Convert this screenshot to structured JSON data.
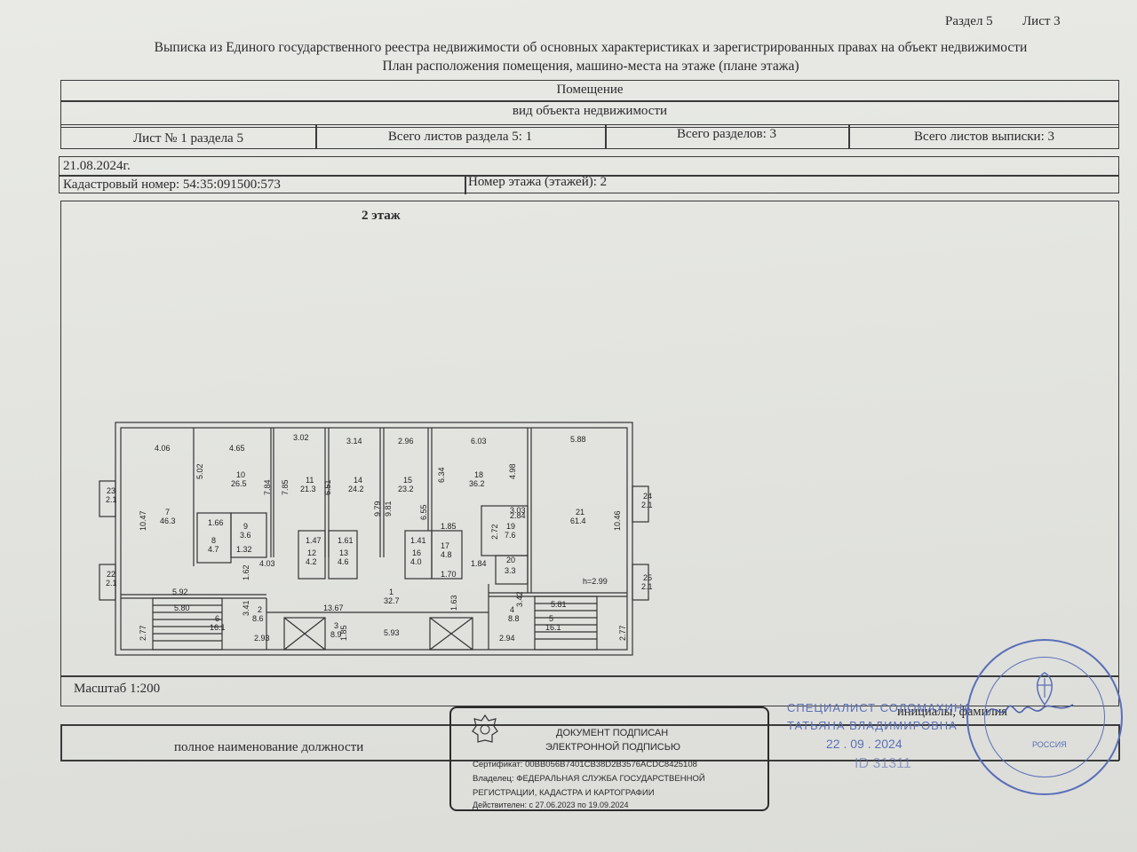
{
  "header": {
    "section": "Раздел 5",
    "sheet": "Лист 3",
    "title": "Выписка из Единого государственного реестра недвижимости об основных характеристиках и зарегистрированных правах на объект недвижимости",
    "subtitle": "План расположения помещения, машино-места на этаже (плане этажа)"
  },
  "table": {
    "object_type_value": "Помещение",
    "object_type_label": "вид объекта недвижимости",
    "sheet_no": "Лист № 1 раздела 5",
    "total_sheets_section": "Всего листов раздела 5: 1",
    "total_sections": "Всего разделов: 3",
    "total_sheets_extract": "Всего листов выписки: 3",
    "date": "21.08.2024г.",
    "cadastral_number": "Кадастровый номер: 54:35:091500:573",
    "floor_number": "Номер этажа (этажей): 2"
  },
  "plan": {
    "floor_label": "2 этаж",
    "rooms": [
      {
        "id": "7",
        "area": "46.3"
      },
      {
        "id": "8",
        "area": "4.7"
      },
      {
        "id": "9",
        "area": "3.6"
      },
      {
        "id": "10",
        "area": "26.5"
      },
      {
        "id": "11",
        "area": "21.3"
      },
      {
        "id": "12",
        "area": "4.2"
      },
      {
        "id": "13",
        "area": "4.6"
      },
      {
        "id": "14",
        "area": "24.2"
      },
      {
        "id": "15",
        "area": "23.2"
      },
      {
        "id": "16",
        "area": "4.0"
      },
      {
        "id": "17",
        "area": "4.8"
      },
      {
        "id": "18",
        "area": "36.2"
      },
      {
        "id": "19",
        "area": "7.6"
      },
      {
        "id": "20",
        "area": "3.3"
      },
      {
        "id": "21",
        "area": "61.4"
      },
      {
        "id": "1",
        "area": "32.7"
      },
      {
        "id": "2",
        "area": "8.6"
      },
      {
        "id": "3",
        "area": "8.9"
      },
      {
        "id": "4",
        "area": "8.8"
      },
      {
        "id": "5",
        "area": "16.1"
      },
      {
        "id": "6",
        "area": "16.1"
      },
      {
        "id": "22",
        "area": "2.1"
      },
      {
        "id": "23",
        "area": "2.1"
      },
      {
        "id": "24",
        "area": "2.1"
      },
      {
        "id": "25",
        "area": "2.1"
      }
    ],
    "dimensions": [
      "4.06",
      "4.65",
      "3.02",
      "3.14",
      "2.96",
      "6.03",
      "5.88",
      "5.02",
      "7.84",
      "7.85",
      "6.51",
      "9.79",
      "9.81",
      "6.55",
      "6.34",
      "4.98",
      "3.03",
      "2.84",
      "2.72",
      "10.47",
      "10.46",
      "1.66",
      "1.32",
      "1.62",
      "4.03",
      "1.47",
      "1.61",
      "1.41",
      "1.85",
      "1.84",
      "1.70",
      "1.63",
      "5.92",
      "5.80",
      "5.81",
      "2.77",
      "2.77",
      "3.41",
      "13.67",
      "2.93",
      "1.85",
      "5.93",
      "2.94",
      "3.42",
      "h=2.99"
    ]
  },
  "scale": "Масштаб 1:200",
  "footer": {
    "position_label": "полное наименование должности",
    "initials_label": "инициалы, фамилия",
    "signature": {
      "line1": "ДОКУМЕНТ ПОДПИСАН",
      "line2": "ЭЛЕКТРОННОЙ ПОДПИСЬЮ",
      "certificate": "Сертификат: 00BB056B7401CB38D2B3576ACDC8425108",
      "owner1": "Владелец: ФЕДЕРАЛЬНАЯ СЛУЖБА ГОСУДАРСТВЕННОЙ",
      "owner2": "РЕГИСТРАЦИИ, КАДАСТРА И КАРТОГРАФИИ",
      "valid": "Действителен: с 27.06.2023 по 19.09.2024"
    },
    "stamp_specialist": "СПЕЦИАЛИСТ СОЛОМАХИНА",
    "stamp_name": "ТАТЬЯНА ВЛАДИМИРОВНА",
    "stamp_date": "22 . 09 . 2024",
    "stamp_country": "РОССИЯ",
    "stamp_id": "ID 31311"
  }
}
